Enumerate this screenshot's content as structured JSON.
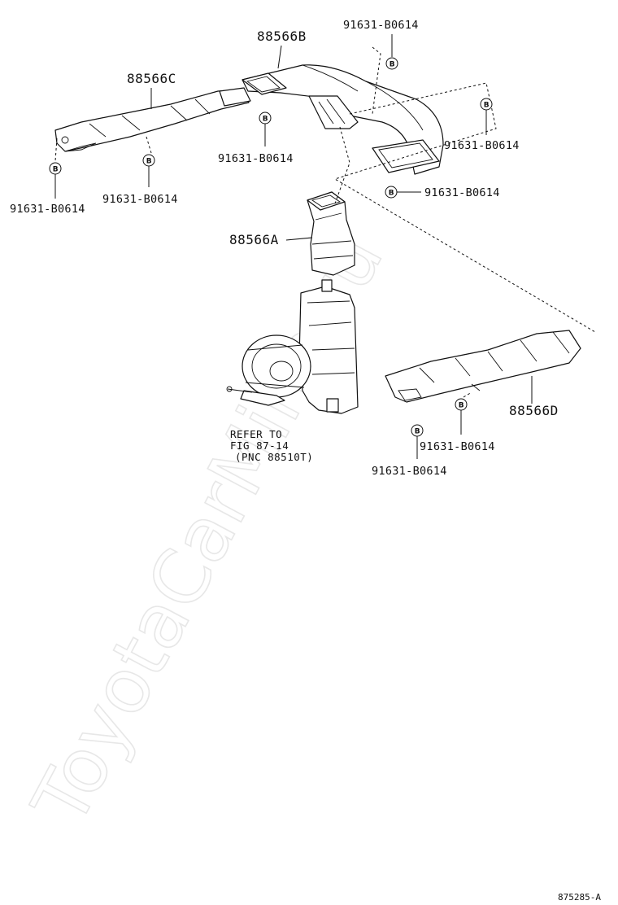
{
  "watermark": "ToyotaCarMine.ru",
  "parts": {
    "duct_b": "88566B",
    "duct_c": "88566C",
    "duct_a": "88566A",
    "duct_d": "88566D"
  },
  "bolt_symbol": "B",
  "bolt_labels": [
    "91631-B0614",
    "91631-B0614",
    "91631-B0614",
    "91631-B0614",
    "91631-B0614",
    "91631-B0614",
    "91631-B0614",
    "91631-B0614"
  ],
  "reference": {
    "line1": "REFER TO",
    "line2": "FIG 87-14",
    "line3": "(PNC 88510T)"
  },
  "figure_number": "875285-A"
}
